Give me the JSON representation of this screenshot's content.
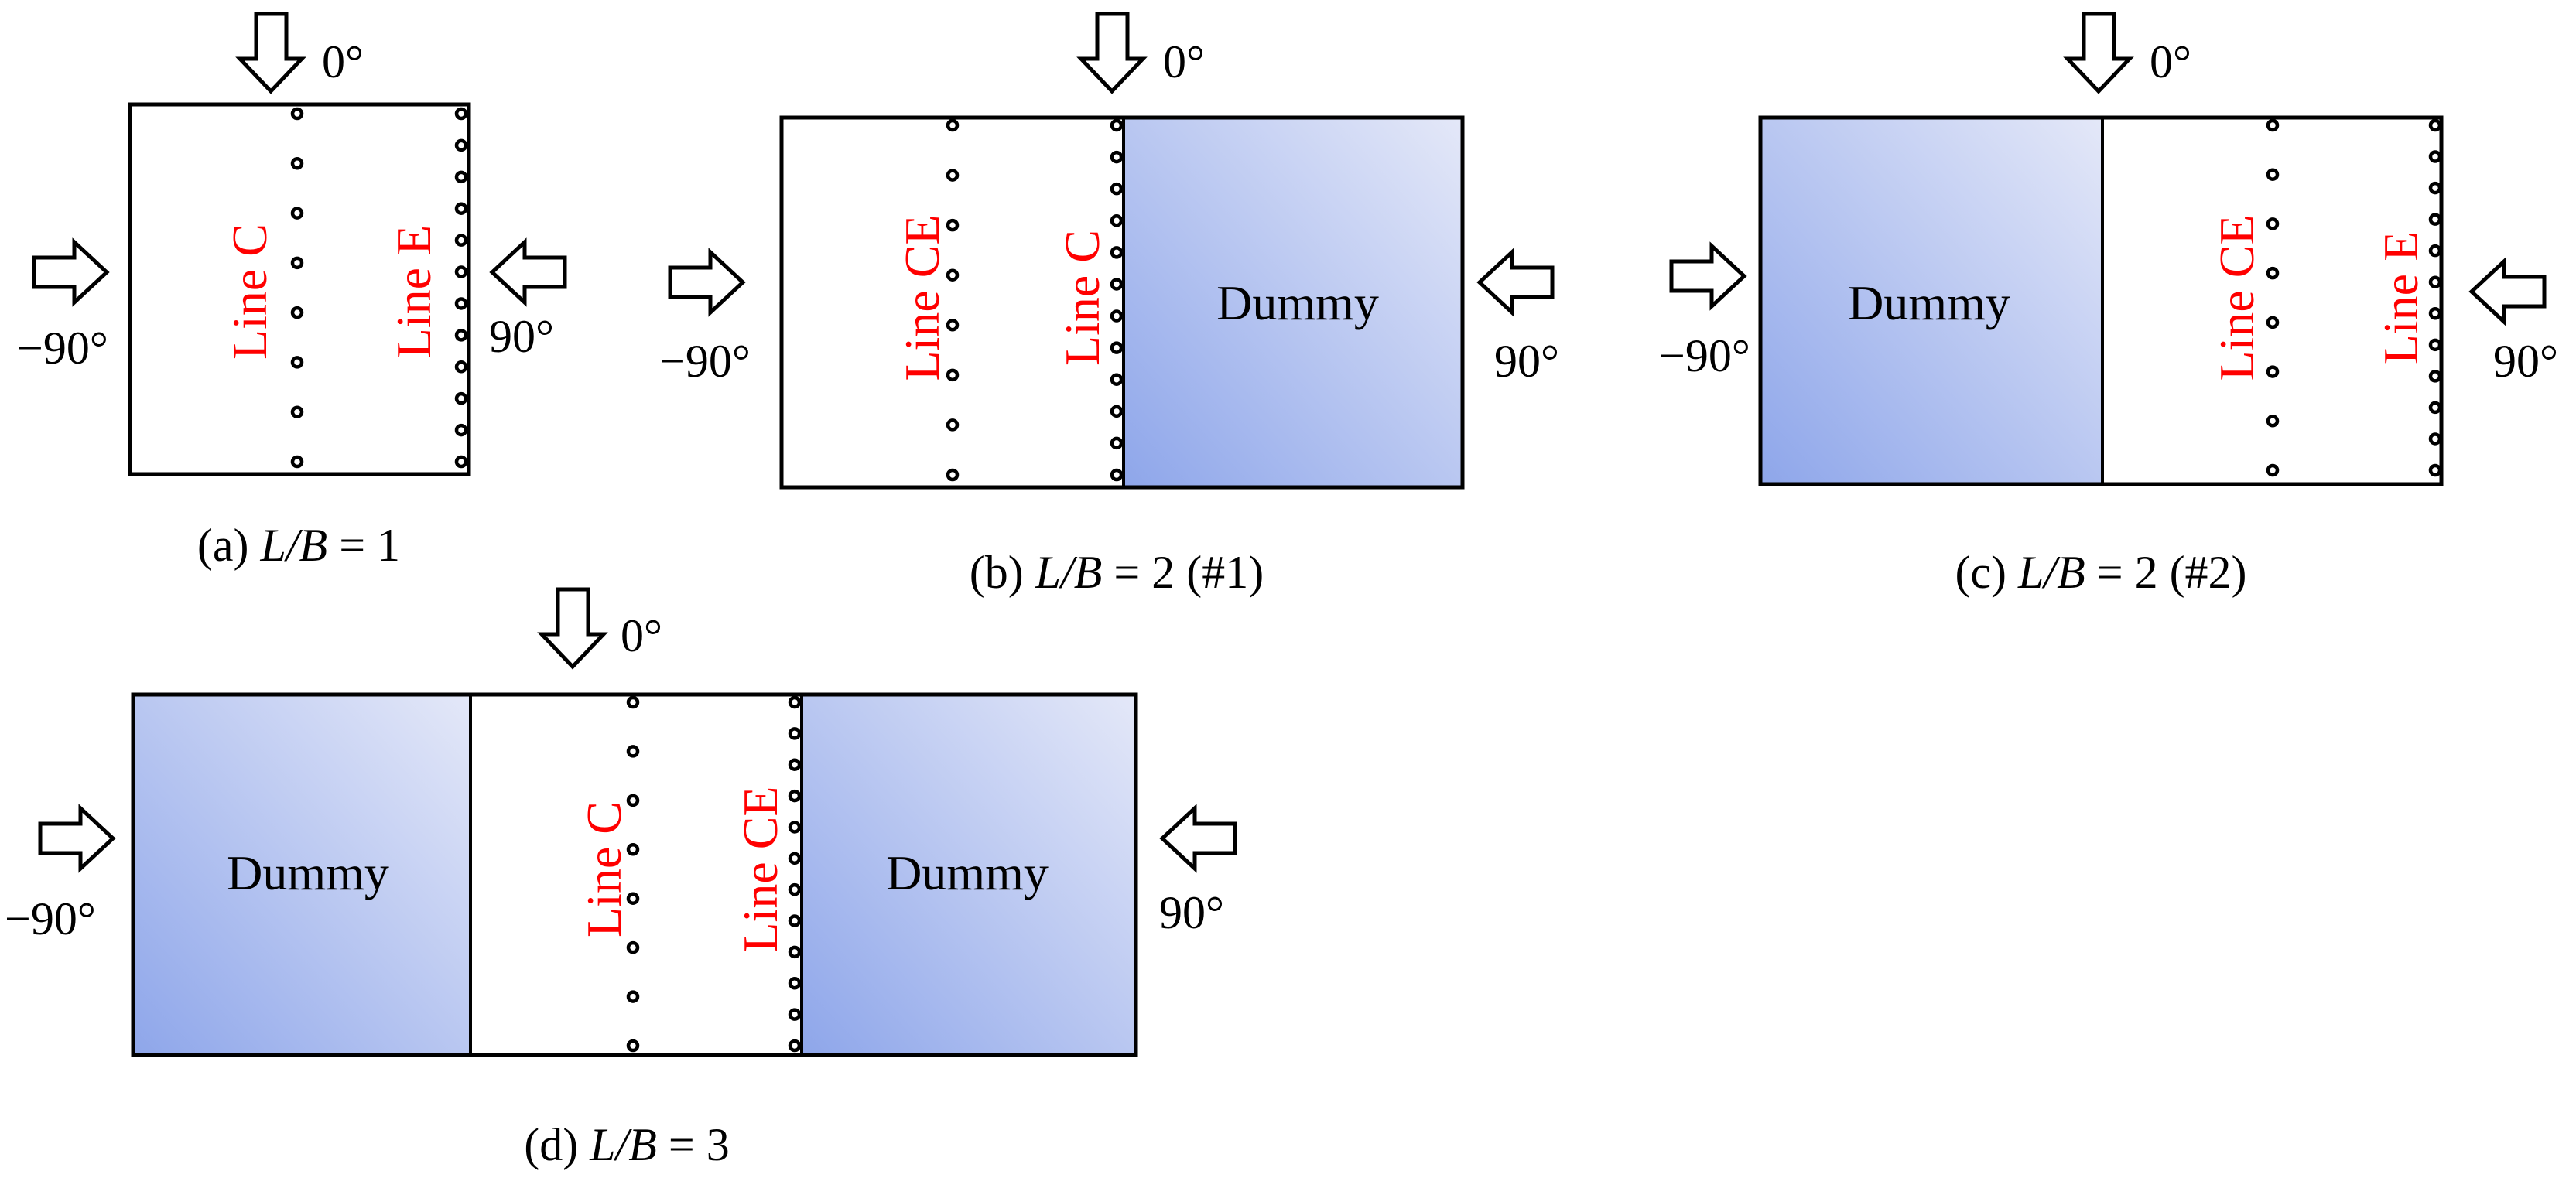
{
  "colors": {
    "label_red": "#ff0000",
    "dummy_gradient_light": "#e4e8f8",
    "dummy_gradient_dark": "#8ea6ea",
    "outline": "#000000"
  },
  "icons": {
    "wind_arrow": "hollow-block-arrow-icon",
    "pressure_tap": "small-circle-icon"
  },
  "panels": [
    {
      "id": "a",
      "caption_prefix": "(a) ",
      "caption_var": "L/B",
      "caption_suffix": " = 1",
      "angles": {
        "top": "0°",
        "left": "−90°",
        "right": "90°"
      },
      "line_labels": [
        "Line C",
        "Line E"
      ],
      "dummy_labels": []
    },
    {
      "id": "b",
      "caption_prefix": "(b) ",
      "caption_var": "L/B",
      "caption_suffix": " = 2 (#1)",
      "angles": {
        "top": "0°",
        "left": "−90°",
        "right": "90°"
      },
      "line_labels": [
        "Line CE",
        "Line C"
      ],
      "dummy_labels": [
        "Dummy"
      ]
    },
    {
      "id": "c",
      "caption_prefix": "(c) ",
      "caption_var": "L/B",
      "caption_suffix": " = 2 (#2)",
      "angles": {
        "top": "0°",
        "left": "−90°",
        "right": "90°"
      },
      "line_labels": [
        "Line CE",
        "Line E"
      ],
      "dummy_labels": [
        "Dummy"
      ]
    },
    {
      "id": "d",
      "caption_prefix": "(d) ",
      "caption_var": "L/B",
      "caption_suffix": " = 3",
      "angles": {
        "top": "0°",
        "left": "−90°",
        "right": "90°"
      },
      "line_labels": [
        "Line C",
        "Line CE"
      ],
      "dummy_labels": [
        "Dummy",
        "Dummy"
      ]
    }
  ]
}
